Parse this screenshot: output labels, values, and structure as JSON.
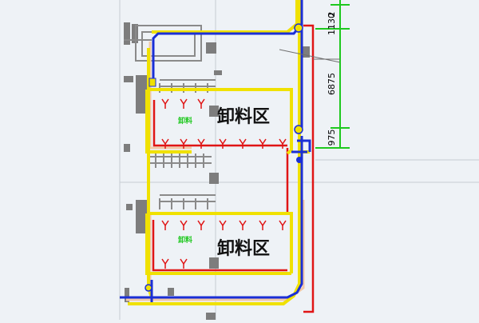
{
  "zones": [
    {
      "label": "卸料区",
      "marker": "卸料"
    },
    {
      "label": "卸料区",
      "marker": "卸料"
    }
  ],
  "dimensions": [
    "2",
    "1130",
    "6875",
    "975"
  ],
  "colors": {
    "background": "#eef2f6",
    "pipe_yellow": "#f0e100",
    "pipe_blue": "#1a2fd6",
    "pipe_red": "#e01515",
    "peach": "#f2c9a8",
    "dimension_green": "#1ec81e",
    "equipment_gray": "#7d7d7d"
  }
}
